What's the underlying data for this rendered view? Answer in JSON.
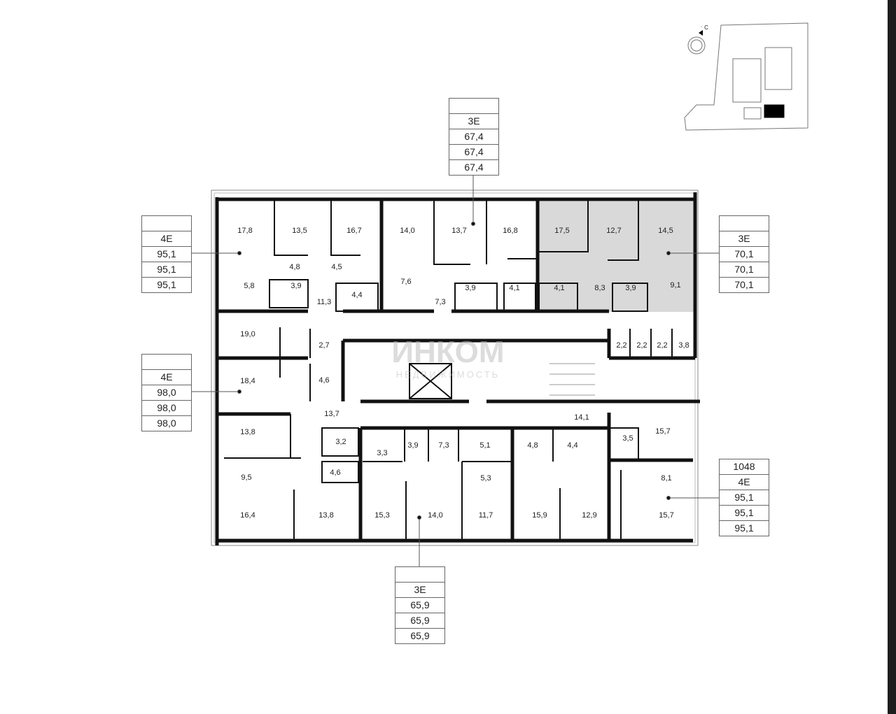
{
  "watermark": {
    "brand": "ИНКОМ",
    "subtitle": "НЕДВИЖИМОСТЬ"
  },
  "compass": {
    "north_label": "С"
  },
  "callouts": {
    "top": {
      "type": "3E",
      "areas": [
        "67,4",
        "67,4",
        "67,4"
      ]
    },
    "left_upper": {
      "type": "4E",
      "areas": [
        "95,1",
        "95,1",
        "95,1"
      ]
    },
    "left_lower": {
      "type": "4E",
      "areas": [
        "98,0",
        "98,0",
        "98,0"
      ]
    },
    "right_upper": {
      "type": "3E",
      "areas": [
        "70,1",
        "70,1",
        "70,1"
      ]
    },
    "right_lower": {
      "number": "1048",
      "type": "4E",
      "areas": [
        "95,1",
        "95,1",
        "95,1"
      ]
    },
    "bottom": {
      "type": "3E",
      "areas": [
        "65,9",
        "65,9",
        "65,9"
      ]
    }
  },
  "rooms": [
    "17,8",
    "13,5",
    "16,7",
    "14,0",
    "13,7",
    "16,8",
    "17,5",
    "12,7",
    "14,5",
    "4,8",
    "4,5",
    "5,8",
    "3,9",
    "7,6",
    "4,4",
    "11,3",
    "7,3",
    "3,9",
    "4,1",
    "4,1",
    "8,3",
    "3,9",
    "9,1",
    "19,0",
    "2,7",
    "2,2",
    "2,2",
    "2,2",
    "3,8",
    "18,4",
    "4,6",
    "13,7",
    "14,1",
    "13,8",
    "15,7",
    "3,2",
    "3,3",
    "3,9",
    "7,3",
    "5,1",
    "4,8",
    "4,4",
    "3,5",
    "9,5",
    "4,6",
    "5,3",
    "8,1",
    "16,4",
    "13,8",
    "15,3",
    "14,0",
    "11,7",
    "15,9",
    "12,9",
    "15,7"
  ],
  "colors": {
    "highlight": "#d9d9d9",
    "wall": "#111111"
  }
}
